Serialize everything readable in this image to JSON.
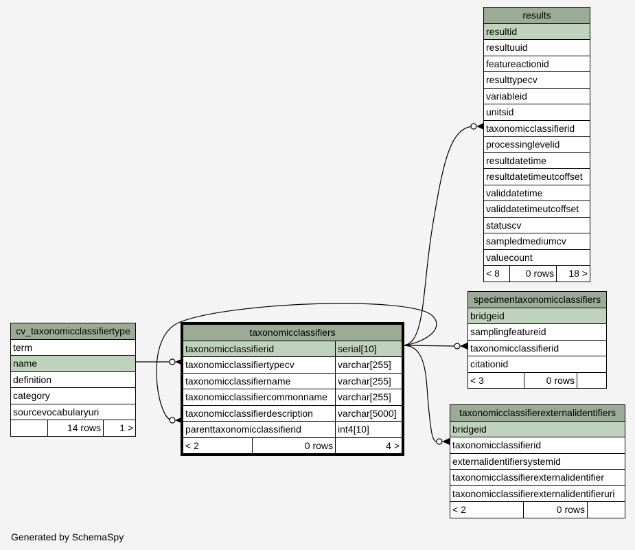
{
  "footer": "Generated by SchemaSpy",
  "tables": {
    "results": {
      "title": "results",
      "columns": [
        "resultid",
        "resultuuid",
        "featureactionid",
        "resulttypecv",
        "variableid",
        "unitsid",
        "taxonomicclassifierid",
        "processinglevelid",
        "resultdatetime",
        "resultdatetimeutcoffset",
        "validdatetime",
        "validdatetimeutcoffset",
        "statuscv",
        "sampledmediumcv",
        "valuecount"
      ],
      "footer": [
        "< 8",
        "0 rows",
        "18 >"
      ]
    },
    "specimen": {
      "title": "specimentaxonomicclassifiers",
      "columns": [
        "bridgeid",
        "samplingfeatureid",
        "taxonomicclassifierid",
        "citationid"
      ],
      "footer": [
        "< 3",
        "0 rows",
        ""
      ]
    },
    "external": {
      "title": "taxonomicclassifierexternalidentifiers",
      "columns": [
        "bridgeid",
        "taxonomicclassifierid",
        "externalidentifiersystemid",
        "taxonomicclassifierexternalidentifier",
        "taxonomicclassifierexternalidentifieruri"
      ],
      "footer": [
        "< 2",
        "0 rows",
        ""
      ]
    },
    "cvtype": {
      "title": "cv_taxonomicclassifiertype",
      "columns": [
        "term",
        "name",
        "definition",
        "category",
        "sourcevocabularyuri"
      ],
      "footer": [
        "",
        "14 rows",
        "1 >"
      ]
    },
    "main": {
      "title": "taxonomicclassifiers",
      "columns": [
        {
          "name": "taxonomicclassifierid",
          "type": "serial[10]"
        },
        {
          "name": "taxonomicclassifiertypecv",
          "type": "varchar[255]"
        },
        {
          "name": "taxonomicclassifiername",
          "type": "varchar[255]"
        },
        {
          "name": "taxonomicclassifiercommonname",
          "type": "varchar[255]"
        },
        {
          "name": "taxonomicclassifierdescription",
          "type": "varchar[5000]"
        },
        {
          "name": "parenttaxonomicclassifierid",
          "type": "int4[10]"
        }
      ],
      "footer": [
        "< 2",
        "0 rows",
        "4 >"
      ]
    }
  }
}
